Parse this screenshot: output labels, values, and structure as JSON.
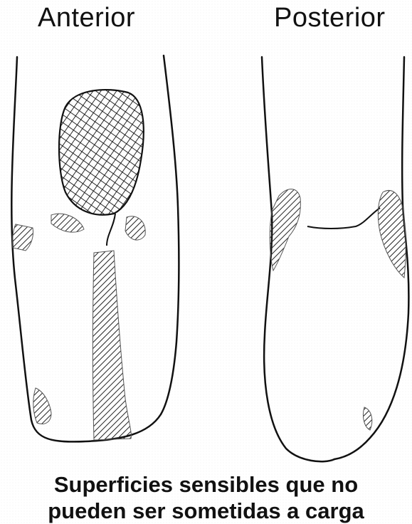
{
  "views": {
    "anterior_label": "Anterior",
    "posterior_label": "Posterior"
  },
  "caption": {
    "line1": "Superficies sensibles que no",
    "line2": "pueden ser sometidas a carga"
  },
  "colors": {
    "outline": "#111111",
    "hatch": "#222222",
    "background": "#ffffff"
  }
}
